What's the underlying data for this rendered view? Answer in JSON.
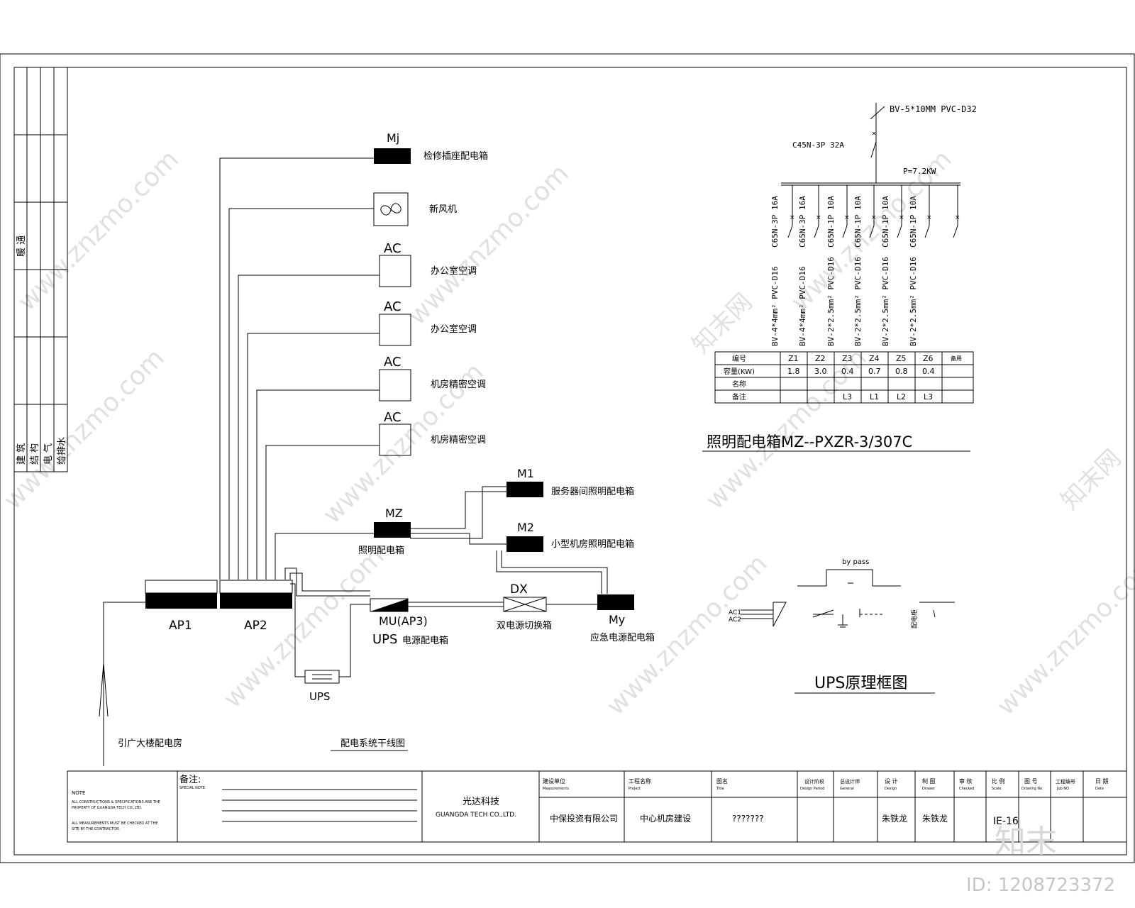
{
  "side_strip": {
    "top_label": "暖 通",
    "bottom_labels": [
      "建 筑",
      "结 构",
      "电 气",
      "给排水"
    ]
  },
  "riser": {
    "boxes": {
      "mj": {
        "code": "Mj",
        "label": "检修插座配电箱"
      },
      "fan": {
        "label": "新风机"
      },
      "ac1": {
        "code": "AC",
        "label": "办公室空调"
      },
      "ac2": {
        "code": "AC",
        "label": "办公室空调"
      },
      "ac3": {
        "code": "AC",
        "label": "机房精密空调"
      },
      "ac4": {
        "code": "AC",
        "label": "机房精密空调"
      },
      "m1": {
        "code": "M1",
        "label": "服务器间照明配电箱"
      },
      "m2": {
        "code": "M2",
        "label": "小型机房照明配电箱"
      },
      "mz": {
        "code": "MZ",
        "label": "照明配电箱"
      },
      "ap1": {
        "code": "AP1"
      },
      "ap2": {
        "code": "AP2"
      },
      "mu": {
        "code": "MU(AP3)",
        "label_prefix": "UPS",
        "label": "电源配电箱"
      },
      "dx": {
        "code": "DX",
        "label": "双电源切换箱"
      },
      "my": {
        "code": "My",
        "label": "应急电源配电箱"
      },
      "ups": {
        "code": "UPS"
      }
    },
    "incoming_label": "引广大楼配电房",
    "caption": "配电系统干线图"
  },
  "panel": {
    "feeder": "BV-5*10MM PVC-D32",
    "main_breaker": "C45N-3P 32A",
    "power": "P=7.2KW",
    "circuits": [
      {
        "cable": "BV-4*4mm² PVC-D16",
        "breaker": "C65N-3P 16A"
      },
      {
        "cable": "BV-4*4mm² PVC-D16",
        "breaker": "C65N-3P 16A"
      },
      {
        "cable": "BV-2*2.5mm² PVC-D16",
        "breaker": "C65N-1P 10A"
      },
      {
        "cable": "BV-2*2.5mm² PVC-D16",
        "breaker": "C65N-1P 10A"
      },
      {
        "cable": "BV-2*2.5mm² PVC-D16",
        "breaker": "C65N-1P 10A"
      },
      {
        "cable": "BV-2*2.5mm² PVC-D16",
        "breaker": "C65N-1P 10A"
      }
    ],
    "table": {
      "row_labels": [
        "编号",
        "容量(KW)",
        "名称",
        "备注"
      ],
      "numbers": [
        "Z1",
        "Z2",
        "Z3",
        "Z4",
        "Z5",
        "Z6",
        "备用"
      ],
      "capacity": [
        "1.8",
        "3.0",
        "0.4",
        "0.7",
        "0.8",
        "0.4",
        ""
      ],
      "notes": [
        "",
        "",
        "L3",
        "L1",
        "L2",
        "L3",
        ""
      ]
    },
    "title": "照明配电箱MZ--PXZR-3/307C"
  },
  "ups_diagram": {
    "bypass": "by pass",
    "ac1": "AC1",
    "ac2": "AC2",
    "dist": "配电柜",
    "title": "UPS原理框图"
  },
  "title_block": {
    "note_heading": "NOTE",
    "note_lines": [
      "ALL CONSTRUCTIONS & SPECIFICATIONS ARE THE",
      "PROPERTY OF GUANGDA TECH CO.,LTD.",
      "ALL MEASUREMENTS MUST BE CHECKED AT THE",
      "SITE BY THE CONTRACTOR."
    ],
    "remarks_label": "备注:",
    "remarks_sub": "SPECIAL NOTE",
    "company_cn": "光达科技",
    "company_en": "GUANGDA TECH CO.,LTD.",
    "headers": [
      {
        "cn": "建设单位",
        "en": "Measurements"
      },
      {
        "cn": "工程名称",
        "en": "Project"
      },
      {
        "cn": "图名",
        "en": "Title"
      },
      {
        "cn": "设计阶段",
        "en": "Design Period"
      },
      {
        "cn": "总设计师",
        "en": "General"
      },
      {
        "cn": "设 计",
        "en": "Design"
      },
      {
        "cn": "制 图",
        "en": "Drawer"
      },
      {
        "cn": "审 核",
        "en": "Checked"
      },
      {
        "cn": "比 例",
        "en": "Scale"
      },
      {
        "cn": "图 号",
        "en": "Drawing No"
      },
      {
        "cn": "工程编号",
        "en": "Job NO"
      },
      {
        "cn": "日 期",
        "en": "Date"
      }
    ],
    "client": "中保投资有限公司",
    "project": "中心机房建设",
    "drawing_title": "???????",
    "designer": "朱铁龙",
    "drafter": "朱铁龙",
    "drawing_no": "IE-16"
  },
  "watermark": {
    "site": "www.znzmo.com",
    "brand": "知末网",
    "logo": "知末",
    "id": "ID: 1208723372"
  }
}
